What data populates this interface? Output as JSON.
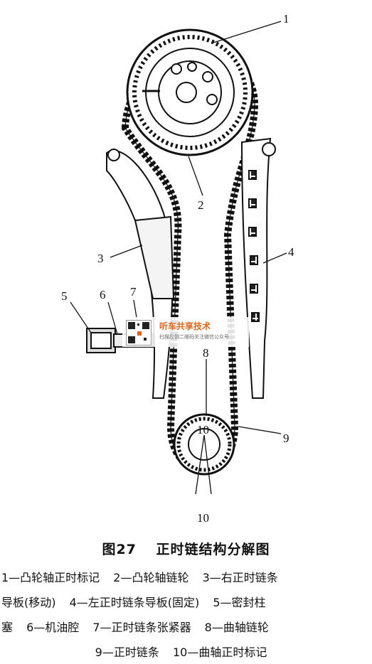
{
  "callouts": {
    "n1": "1",
    "n2": "2",
    "n3": "3",
    "n4": "4",
    "n5": "5",
    "n6": "6",
    "n7": "7",
    "n8": "8",
    "n9": "9",
    "n10a": "10",
    "n10b": "10"
  },
  "watermark": {
    "title": "听车共享技术",
    "subtitle": "扫描左侧二维码关注微信公众号"
  },
  "caption": {
    "figure_no": "图27",
    "title": "正时链结构分解图"
  },
  "legend": {
    "line1": [
      "1—凸轮轴正时标记",
      "2—凸轮轴链轮",
      "3—右正时链条"
    ],
    "line2": [
      "导板(移动)",
      "4—左正时链条导板(固定)",
      "5—密封柱"
    ],
    "line3": [
      "塞",
      "6—机油腔",
      "7—正时链条张紧器",
      "8—曲轴链轮"
    ],
    "line4": [
      "9—正时链条",
      "10—曲轴正时标记"
    ]
  },
  "colors": {
    "line": "#1a1a1a",
    "watermark_accent": "#e0661c"
  }
}
